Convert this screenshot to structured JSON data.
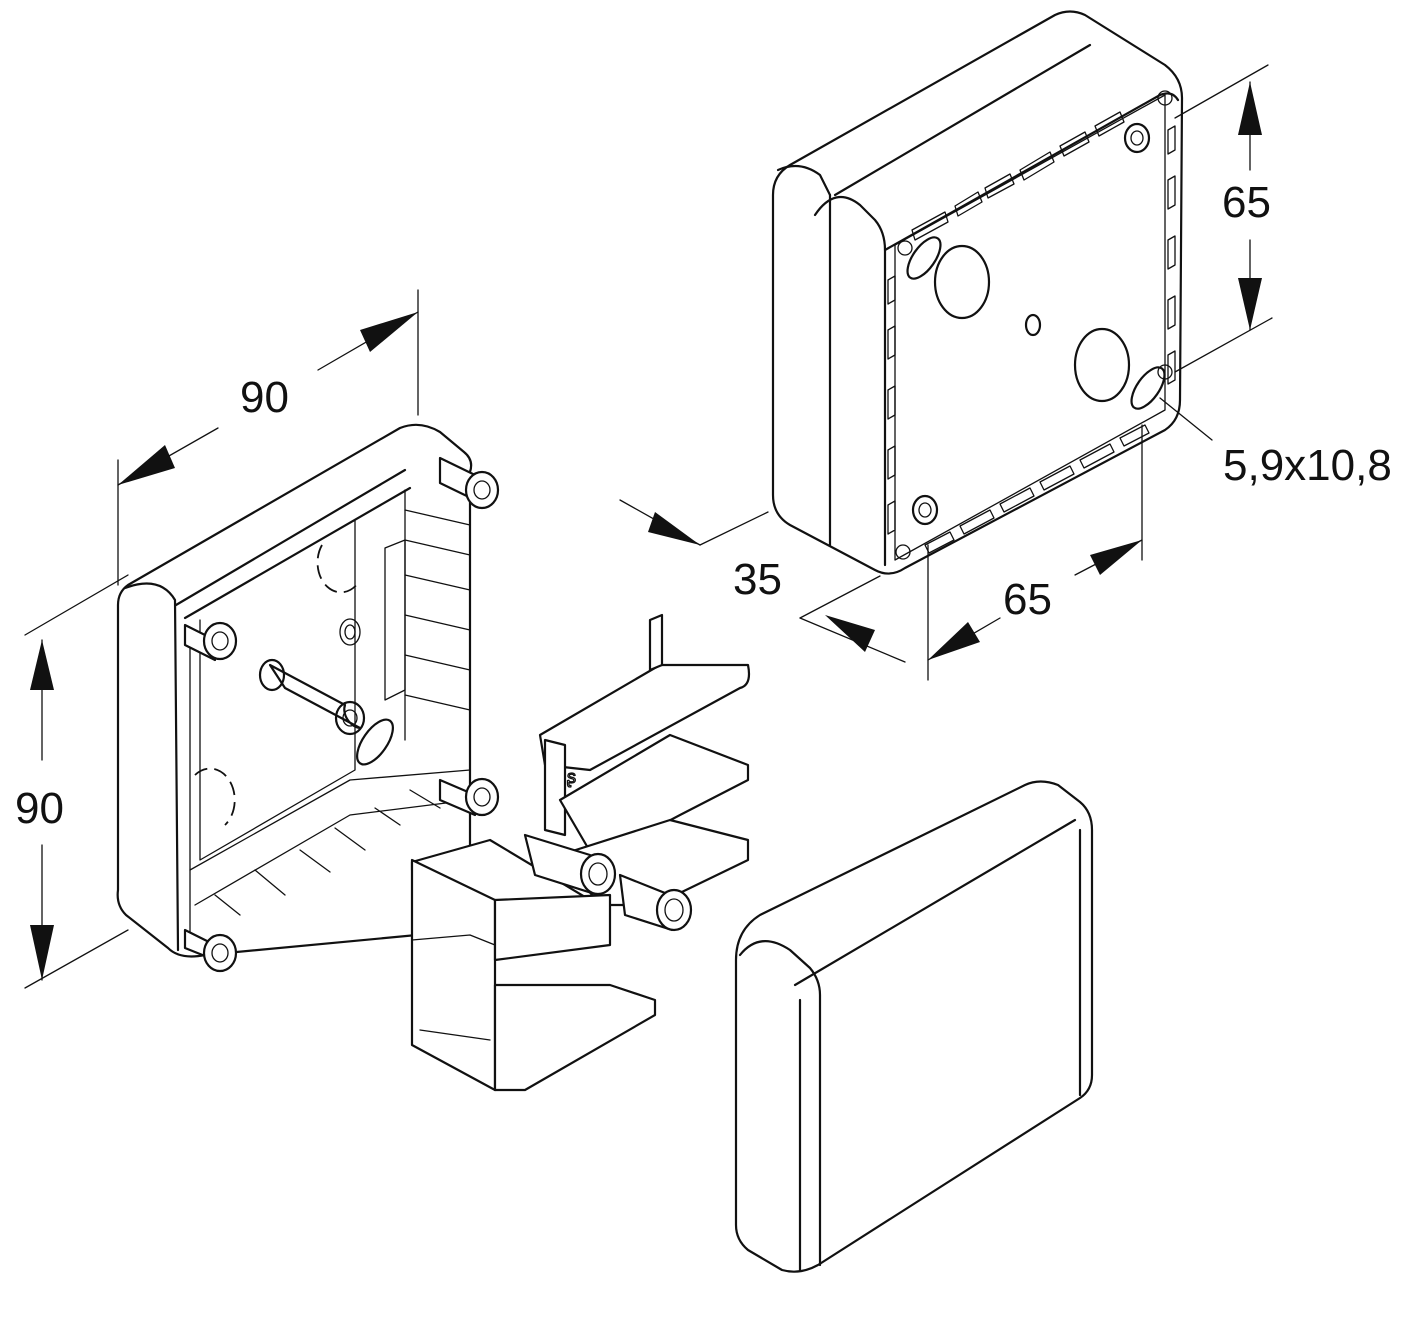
{
  "dimensions": {
    "base_width": "90",
    "base_height": "90",
    "depth": "35",
    "hole_spacing_vertical": "65",
    "hole_spacing_horizontal": "65",
    "slot_size": "5,9x10,8"
  },
  "parts": [
    "base-box-front",
    "base-box-rear",
    "corner-adapter",
    "cover-lid"
  ],
  "colors": {
    "line": "#111111",
    "background": "#ffffff"
  }
}
